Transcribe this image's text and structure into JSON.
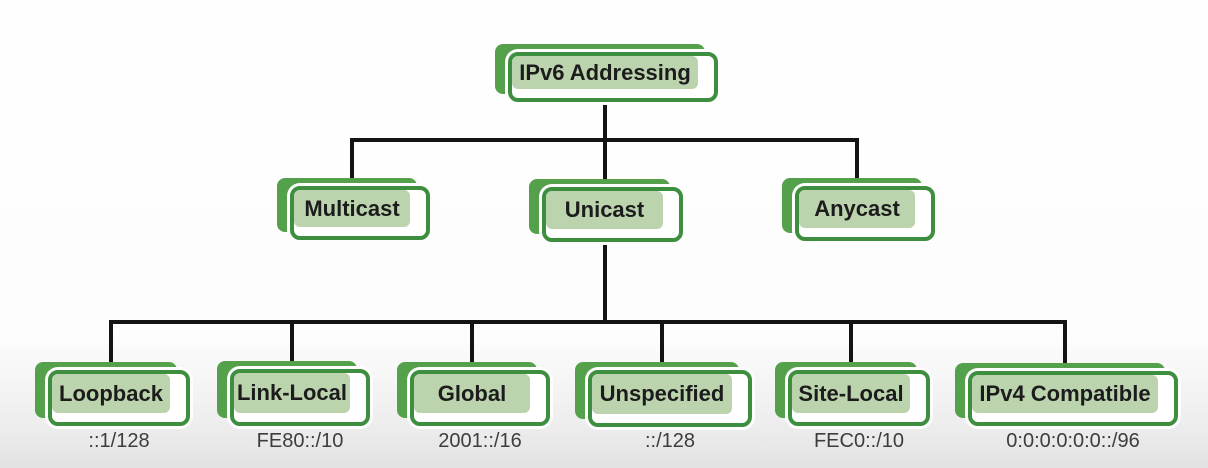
{
  "colors": {
    "box_border_green": "#3d8f3f",
    "box_shadow_green": "#55a04b",
    "box_fill_green": "#bcd4ae",
    "connector_line": "#141414",
    "label_text": "#1c1c1c",
    "caption_text": "#3d3d3d",
    "background_top": "#fefefe",
    "background_bottom": "#e2e2e2"
  },
  "diagram": {
    "type": "tree",
    "root": {
      "label": "IPv6 Addressing",
      "children": [
        {
          "label": "Multicast"
        },
        {
          "label": "Unicast",
          "children": [
            {
              "label": "Loopback",
              "caption": "::1/128"
            },
            {
              "label": "Link-Local",
              "caption": "FE80::/10"
            },
            {
              "label": "Global",
              "caption": "2001::/16"
            },
            {
              "label": "Unspecified",
              "caption": "::/128"
            },
            {
              "label": "Site-Local",
              "caption": "FEC0::/10"
            },
            {
              "label": "IPv4 Compatible",
              "caption": "0:0:0:0:0:0::/96"
            }
          ]
        },
        {
          "label": "Anycast"
        }
      ]
    }
  }
}
